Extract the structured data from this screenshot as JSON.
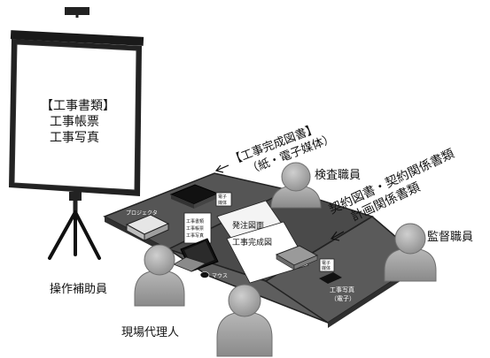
{
  "screen": {
    "lines": [
      "【工事書類】",
      "工事帳票",
      "工事写真"
    ]
  },
  "annotations": {
    "completion_docs": [
      "【工事完成図書】",
      "（紙・電子媒体）"
    ],
    "contract_docs": [
      "契約図書・契約関係書類",
      "計画関係書類"
    ]
  },
  "people": {
    "inspector": "検査職員",
    "supervisor": "監督職員",
    "operator_assistant": "操作補助員",
    "site_agent": "現場代理人"
  },
  "table_items": {
    "projector": "プロジェクタ",
    "mouse": "マウス",
    "ordering_drawing": "発注図面",
    "completion_drawing": "工事完成図",
    "electronic_delivery": [
      "電子",
      "媒体"
    ],
    "contract_media": [
      "電子",
      "媒体"
    ],
    "card_books": [
      "工事書類",
      "工事帳票",
      "工事写真"
    ],
    "photo_label": [
      "工事写真",
      "（電子）"
    ]
  },
  "colors": {
    "table": "#5a5a5a",
    "table_dark": "#3d3d3d",
    "person": "#a6a6a6",
    "person_stroke": "#6f6f6f"
  }
}
